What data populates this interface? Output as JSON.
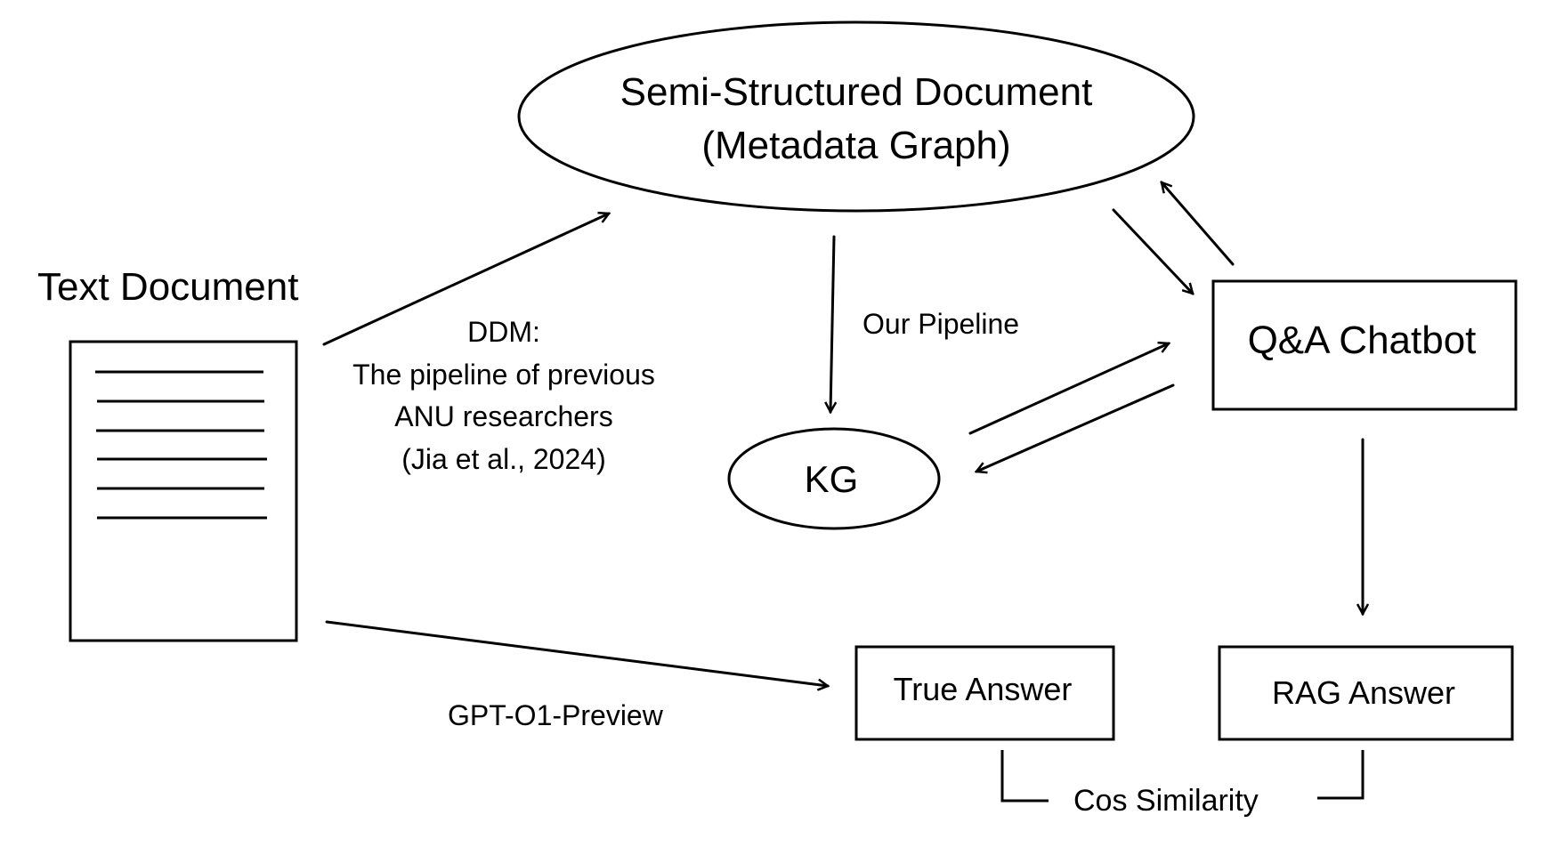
{
  "nodes": {
    "text_document": {
      "label": "Text Document"
    },
    "semi_structured": {
      "line1": "Semi-Structured Document",
      "line2": "(Metadata Graph)"
    },
    "kg": {
      "label": "KG"
    },
    "chatbot": {
      "label": "Q&A Chatbot"
    },
    "true_answer": {
      "label": "True Answer"
    },
    "rag_answer": {
      "label": "RAG Answer"
    }
  },
  "edge_labels": {
    "ddm": {
      "line1": "DDM:",
      "line2": "The pipeline of previous",
      "line3": "ANU researchers",
      "line4": "(Jia et al., 2024)"
    },
    "our_pipeline": "Our Pipeline",
    "gpt": "GPT-O1-Preview",
    "cos_similarity": "Cos Similarity"
  }
}
